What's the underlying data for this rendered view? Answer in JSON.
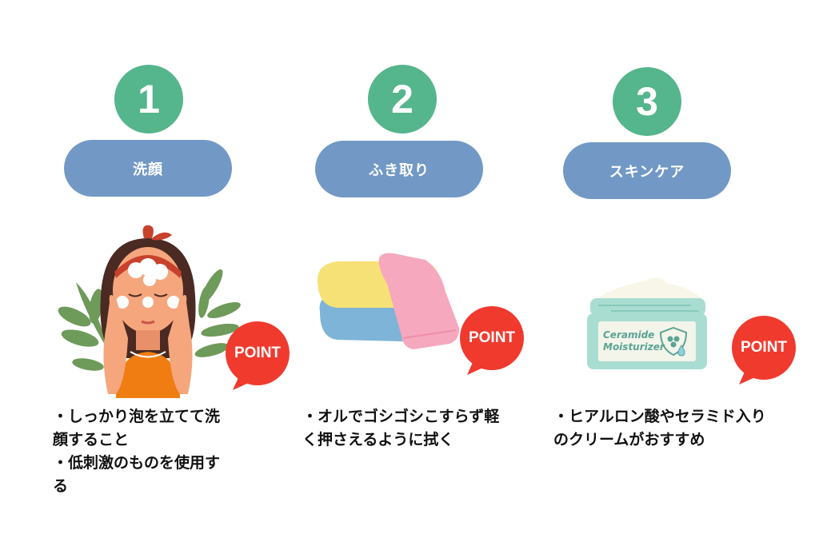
{
  "colors": {
    "step_circle": "#55b58c",
    "step_pill": "#7299c6",
    "point_bubble": "#f03a2e",
    "text": "#111111"
  },
  "steps": [
    {
      "number": "1",
      "title": "洗顔",
      "illustration": "woman-washing-face",
      "point_label": "POINT",
      "description": "・しっかり泡を立てて洗\n顔すること\n・低刺激のものを使用す\nる"
    },
    {
      "number": "2",
      "title": "ふき取り",
      "illustration": "folded-towels",
      "point_label": "POINT",
      "description": "・オルでゴシゴシこすらず軽\nく押さえるように拭く"
    },
    {
      "number": "3",
      "title": "スキンケア",
      "illustration": "cream-jar",
      "jar_label_line1": "Ceramide",
      "jar_label_line2": "Moisturizer",
      "point_label": "POINT",
      "description": "・ヒアルロン酸やセラミド入り\nのクリームがおすすめ"
    }
  ]
}
